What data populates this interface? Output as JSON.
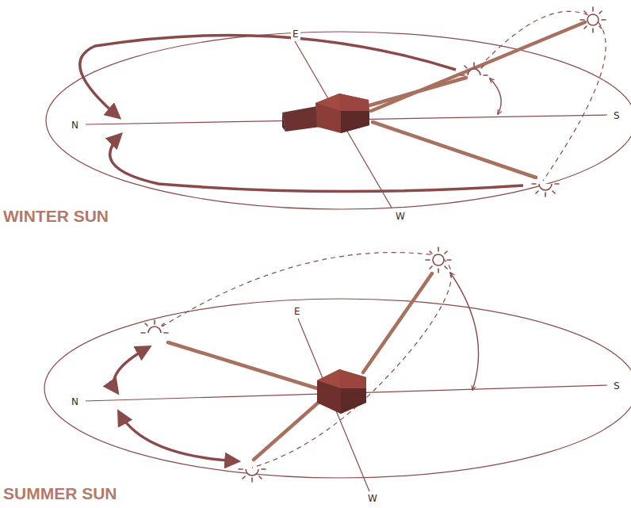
{
  "diagram": {
    "labels": [
      "E",
      "N",
      "S",
      "W",
      "WINTER SUN",
      "E",
      "N",
      "S",
      "W",
      "SUMMER SUN"
    ]
  }
}
